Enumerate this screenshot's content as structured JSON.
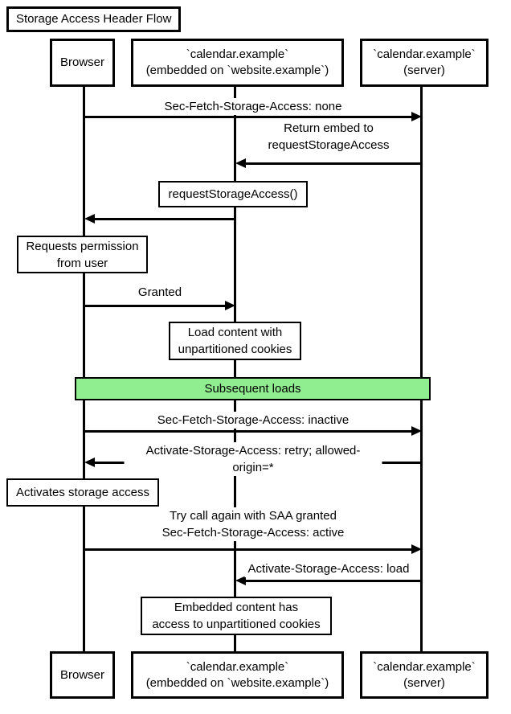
{
  "diagram": {
    "title": "Storage Access Header Flow",
    "actors": {
      "browser": {
        "label": "Browser"
      },
      "embedded": {
        "label": "`calendar.example`\n(embedded on `website.example`)"
      },
      "server": {
        "label": "`calendar.example`\n(server)"
      }
    },
    "band": {
      "label": "Subsequent loads",
      "fill": "#90EE90"
    },
    "messages": {
      "sec_fetch_none": "Sec-Fetch-Storage-Access: none",
      "return_embed": "Return embed to\nrequestStorageAccess",
      "request_storage_access": "requestStorageAccess()",
      "requests_permission": "Requests permission\nfrom user",
      "granted": "Granted",
      "load_content": "Load content with\nunpartitioned cookies",
      "sec_fetch_inactive": "Sec-Fetch-Storage-Access: inactive",
      "activate_retry": "Activate-Storage-Access: retry; allowed-origin=*",
      "activates_storage": "Activates storage access",
      "try_again": "Try call again with SAA granted\nSec-Fetch-Storage-Access: active",
      "activate_load": "Activate-Storage-Access: load",
      "embedded_access": "Embedded content has\naccess to unpartitioned cookies"
    },
    "colors": {
      "line": "#000000",
      "fill": "#FFFFFF",
      "band_fill": "#90EE90"
    }
  }
}
